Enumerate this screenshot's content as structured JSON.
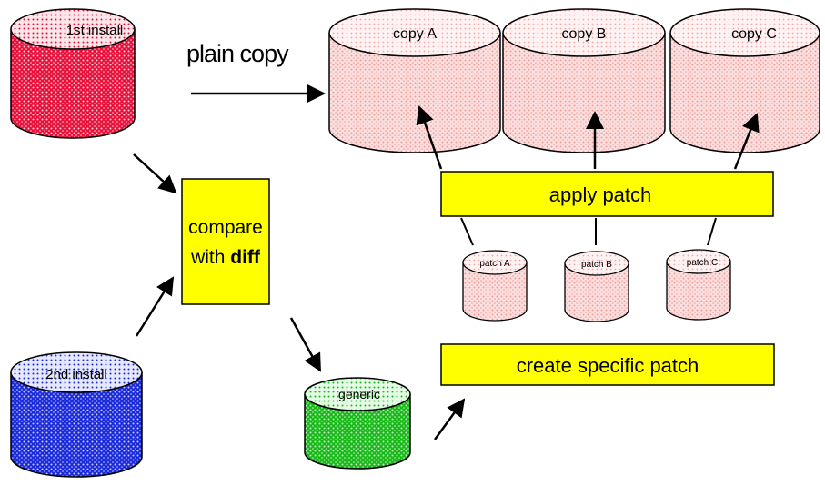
{
  "diagram": {
    "cylinders": {
      "first_install": "1st install",
      "second_install": "2nd install",
      "copy_a": "copy A",
      "copy_b": "copy B",
      "copy_c": "copy C",
      "patch_a": "patch A",
      "patch_b": "patch B",
      "patch_c": "patch C",
      "generic": "generic"
    },
    "labels": {
      "plain_copy": "plain copy",
      "compare_line1": "compare",
      "compare_line2_prefix": "with ",
      "compare_line2_bold": "diff",
      "apply_patch": "apply patch",
      "create_specific_patch": "create specific patch"
    },
    "colors": {
      "red_fill": "#e8103a",
      "blue_fill": "#1a2ad8",
      "green_fill": "#18b818",
      "pink_fill": "#f7c4c4",
      "yellow_box": "#ffff00",
      "arrow": "#000000"
    }
  }
}
